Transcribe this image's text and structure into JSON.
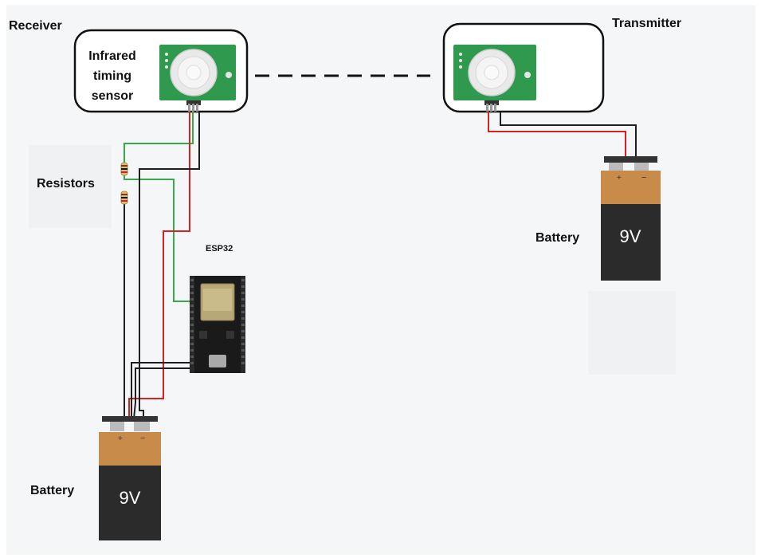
{
  "labels": {
    "receiver": "Receiver",
    "transmitter": "Transmitter",
    "sensor_line1": "Infrared",
    "sensor_line2": "timing",
    "sensor_line3": "sensor",
    "resistors": "Resistors",
    "esp32": "ESP32",
    "battery_left": "Battery",
    "battery_right": "Battery",
    "battery_voltage_left": "9V",
    "battery_voltage_right": "9V",
    "battery_plus": "+",
    "battery_minus": "−"
  },
  "colors": {
    "background_panel": "#f5f6f8",
    "wire_red": "#d62222",
    "wire_black": "#1f1f1f",
    "wire_green": "#3aa84a",
    "pcb_green": "#2f9a4d",
    "battery_orange": "#c98b4a",
    "battery_body": "#2b2b2b"
  }
}
